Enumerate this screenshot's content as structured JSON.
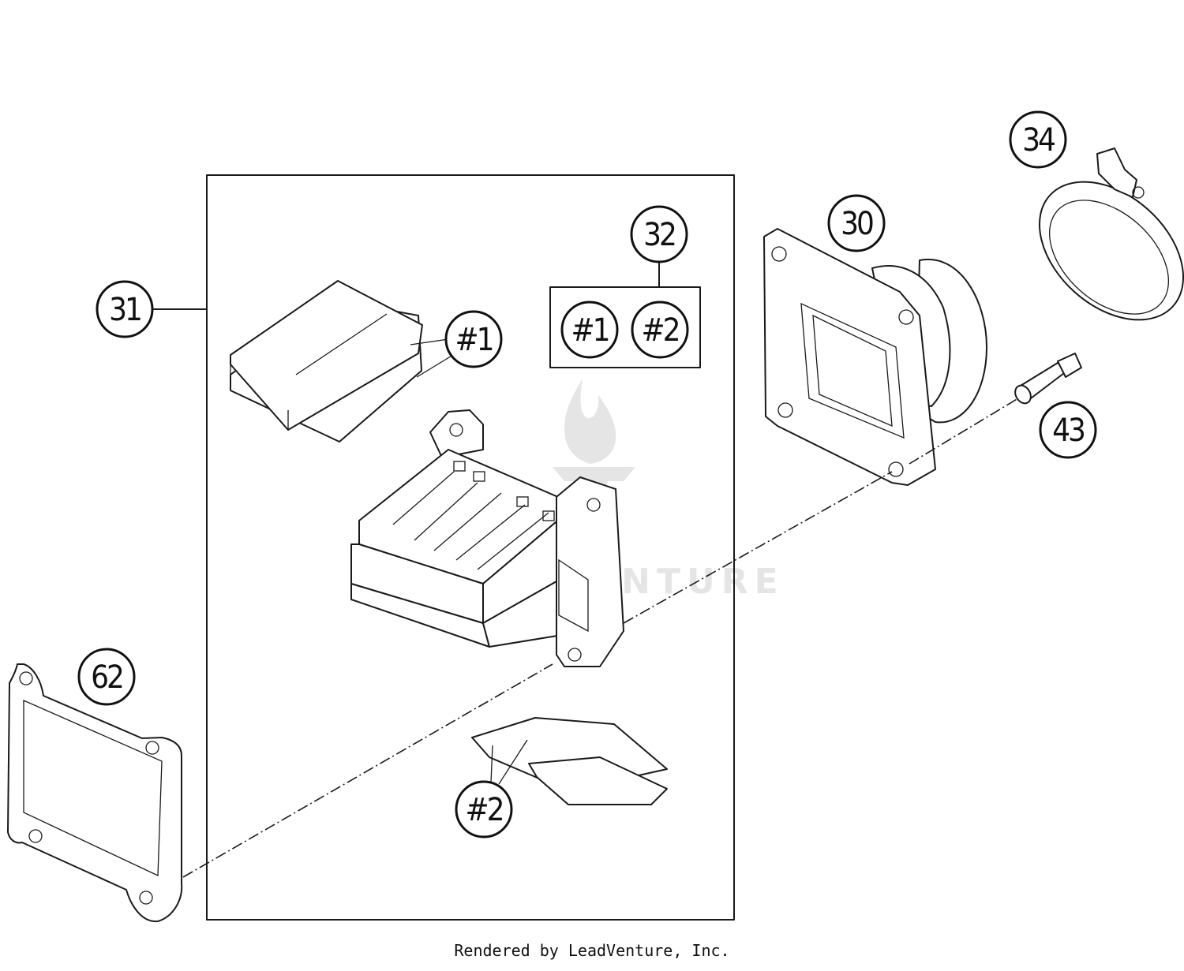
{
  "callouts": {
    "c31": "31",
    "c32": "32",
    "c30": "30",
    "c34": "34",
    "c43": "43",
    "c62": "62",
    "c1a": "#1",
    "c1b": "#1",
    "c2b": "#2",
    "c2a": "#2"
  },
  "watermark": {
    "text": "LEADVENTURE",
    "logo_icon": "leadventure-flame-logo"
  },
  "footer": {
    "text": "Rendered by LeadVenture, Inc."
  }
}
